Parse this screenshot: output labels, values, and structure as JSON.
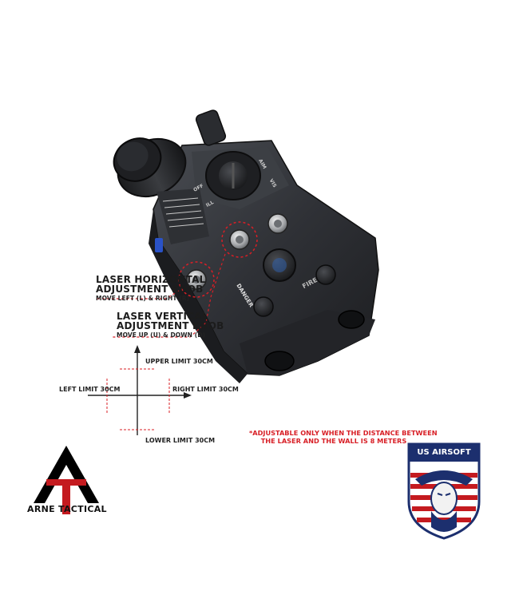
{
  "labels": {
    "horizontal_title_1": "LASER HORIZONTAL",
    "horizontal_title_2": "ADJUSTMENT KNOB",
    "horizontal_sub": "MOVE LEFT (L) & RIGHT (R)",
    "vertical_title_1": "LASER VERTICAL",
    "vertical_title_2": "ADJUSTMENT KNOB",
    "vertical_sub": "MOVE UP (U) & DOWN (D)"
  },
  "limits": {
    "upper": "UPPER LIMIT 30CM",
    "left": "LEFT LIMIT 30CM",
    "right": "RIGHT LIMIT 30CM",
    "lower": "LOWER LIMIT 30CM"
  },
  "note": {
    "line1": "*ADJUSTABLE ONLY WHEN THE DISTANCE BETWEEN",
    "line2": "THE LASER AND THE WALL IS 8 METERS"
  },
  "device": {
    "fire_label": "FIRE",
    "danger_label": "DANGER",
    "mode_labels": [
      "OFF",
      "AIM",
      "ILL",
      "VIS"
    ]
  },
  "logos": {
    "arne": "ARNE TACTICAL",
    "usairsoft": "US AIRSOFT"
  },
  "colors": {
    "accent_red": "#d81f26",
    "device_body": "#2b2d31",
    "shield_blue": "#1c2f6e"
  }
}
